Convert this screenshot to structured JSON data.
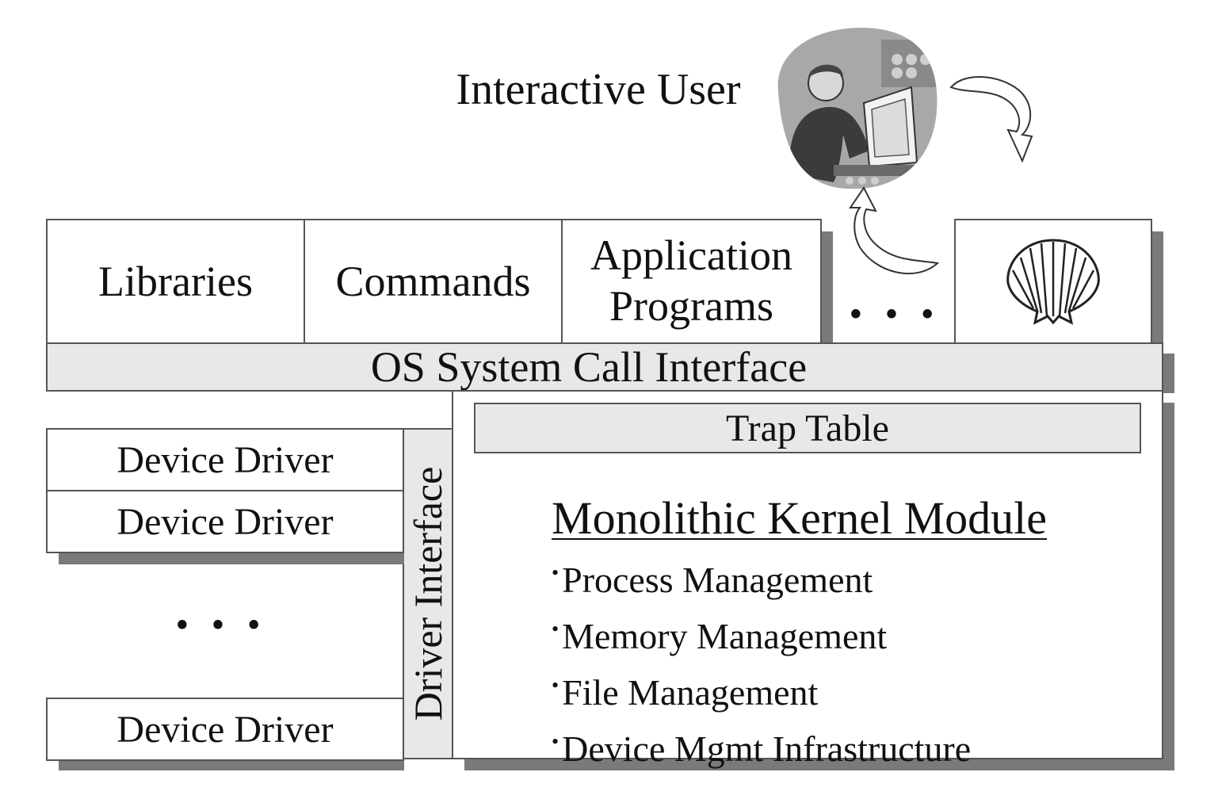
{
  "user": {
    "label": "Interactive User",
    "picture_icon": "user-at-computer-icon"
  },
  "top_row": {
    "libraries": "Libraries",
    "commands": "Commands",
    "application_programs_line1": "Application",
    "application_programs_line2": "Programs",
    "ellipsis": "• • •",
    "shell_icon": "shell-icon"
  },
  "syscall": {
    "label": "OS System Call Interface"
  },
  "drivers": {
    "items": [
      "Device Driver",
      "Device Driver",
      "Device Driver"
    ],
    "ellipsis": "• • •",
    "interface_label": "Driver Interface"
  },
  "kernel": {
    "trap_table": "Trap Table",
    "title": "Monolithic Kernel Module",
    "items": [
      "Process Management",
      "Memory Management",
      "File Management",
      "Device Mgmt Infrastructure"
    ]
  }
}
